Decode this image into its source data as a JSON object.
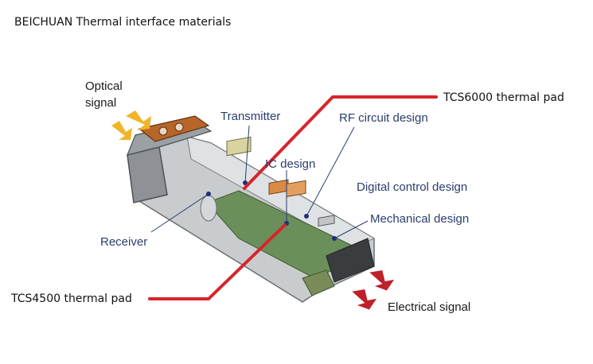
{
  "title": "BEICHUAN Thermal interface materials",
  "callouts": {
    "top_right": "TCS6000 thermal pad",
    "bottom_left": "TCS4500 thermal pad"
  },
  "labels": {
    "optical_signal_line1": "Optical",
    "optical_signal_line2": "signal",
    "transmitter": "Transmitter",
    "rf_circuit": "RF circuit design",
    "ic_design": "IC design",
    "digital_control": "Digital control design",
    "mechanical": "Mechanical design",
    "receiver": "Receiver",
    "electrical_signal": "Electrical signal"
  },
  "colors": {
    "callout_line": "#d7242b",
    "label_text": "#2a3d6e",
    "arrow_optical": "#f0b429",
    "arrow_electrical": "#c0202a"
  }
}
